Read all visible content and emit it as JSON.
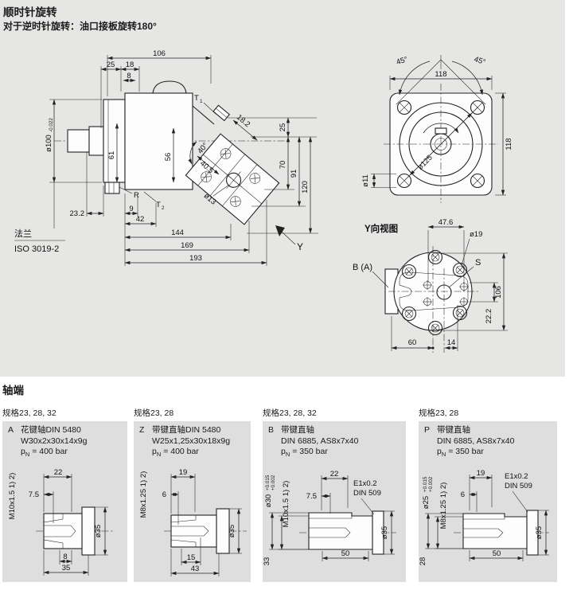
{
  "h": {
    "title": "顺时针旋转",
    "sub": "对于逆时针旋转：油口接板旋转180°"
  },
  "sv": {
    "d106": "106",
    "d25": "25",
    "d18": "18",
    "d8": "8",
    "d100": "ø100",
    "d100tol": "-0.022",
    "d61": "61",
    "d56": "56",
    "a40": "40°",
    "d405": "40.5",
    "d13": "ø13",
    "t": "T",
    "sub1": "1",
    "sub2": "2",
    "r": "R",
    "d182": "18.2",
    "d25r": "25",
    "d70": "70",
    "d91": "91",
    "d120": "120",
    "d232": "23.2",
    "d9": "9",
    "d42": "42",
    "d144": "144",
    "d169": "169",
    "d193": "193",
    "flange": "法兰",
    "iso": "ISO 3019-2",
    "y": "Y"
  },
  "fv": {
    "a45l": "45°",
    "a45r": "45°",
    "d118w": "118",
    "d118h": "118",
    "d11": "ø11",
    "d125": "ø125"
  },
  "yv": {
    "title": "Y向视图",
    "d476": "47.6",
    "d19": "ø19",
    "ba": "B (A)",
    "s": "S",
    "d106": "106",
    "d222": "22.2",
    "d60": "60",
    "d14": "14"
  },
  "sh": {
    "heading": "轴端",
    "panels": [
      {
        "spec": "规格23, 28, 32",
        "code": "A",
        "title": "花键轴DIN 5480",
        "sub": "W30x2x30x14x9g",
        "p": "p",
        "pn": "N",
        "pv": "= 400 bar",
        "thread": "M10x1.5 1) 2)",
        "d1": "22",
        "d2": "7.5",
        "dia": "ø35",
        "d3": "8",
        "d4": "35"
      },
      {
        "spec": "规格23, 28",
        "code": "Z",
        "title": "带键直轴DIN 5480",
        "sub": "W25x1,25x30x18x9g",
        "p": "p",
        "pn": "N",
        "pv": "= 400 bar",
        "thread": "M8x1.25 1) 2)",
        "d1": "19",
        "d2": "6",
        "dia": "ø35",
        "d3": "15",
        "d4": "43"
      },
      {
        "spec": "规格23, 28, 32",
        "code": "B",
        "title": "带键直轴",
        "sub": "DIN 6885, AS8x7x40",
        "p": "p",
        "pn": "N",
        "pv": "= 350 bar",
        "thread": "M10x1.5 1) 2)",
        "dtol": "ø30",
        "tol1": "+0.015",
        "tol2": "+0.002",
        "note1": "E1x0.2",
        "note2": "DIN 509",
        "d1": "22",
        "d2": "7.5",
        "dh": "33",
        "dia": "ø35",
        "d4": "50"
      },
      {
        "spec": "规格23, 28",
        "code": "P",
        "title": "带键直轴",
        "sub": "DIN 6885, AS8x7x40",
        "p": "p",
        "pn": "N",
        "pv": "= 350 bar",
        "thread": "M8x1.25 1) 2)",
        "dtol": "ø25",
        "tol1": "+0.015",
        "tol2": "+0.002",
        "note1": "E1x0.2",
        "note2": "DIN 509",
        "d1": "19",
        "d2": "6",
        "dh": "28",
        "dia": "ø35",
        "d4": "50"
      }
    ]
  }
}
